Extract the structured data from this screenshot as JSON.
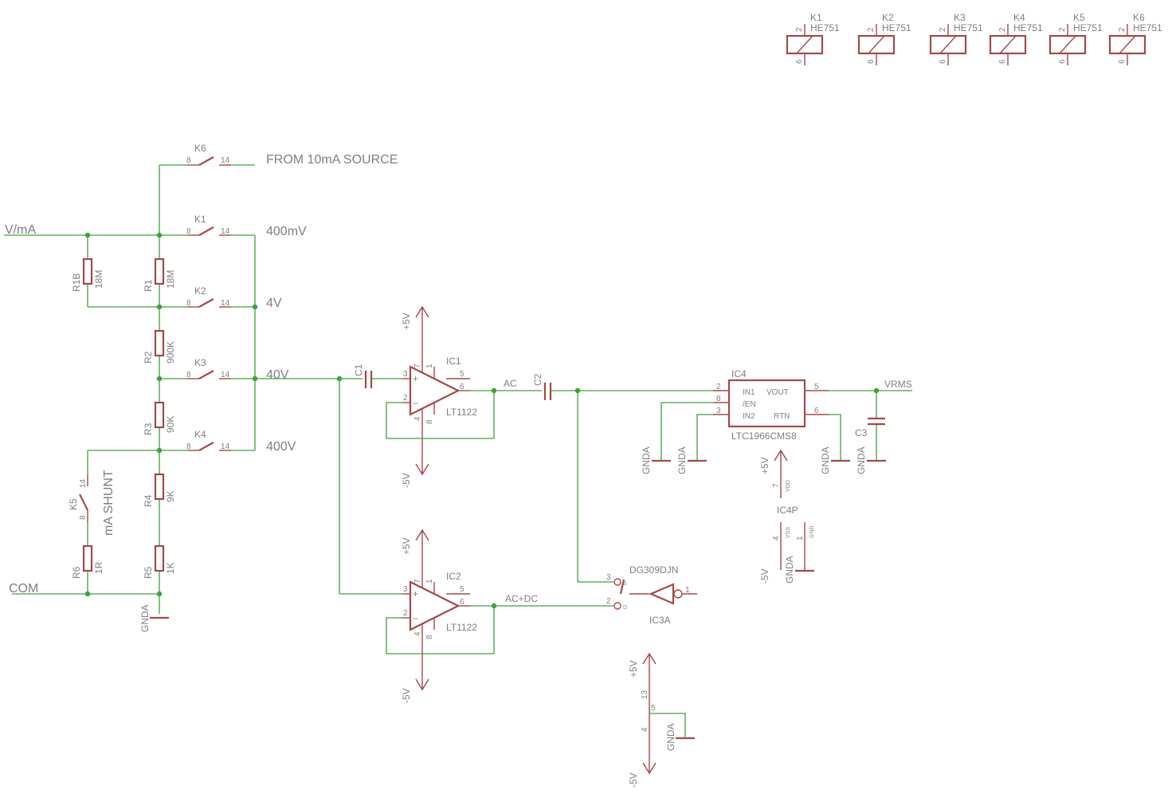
{
  "relays_header": [
    {
      "ref": "K1",
      "part": "HE751"
    },
    {
      "ref": "K2",
      "part": "HE751"
    },
    {
      "ref": "K3",
      "part": "HE751"
    },
    {
      "ref": "K4",
      "part": "HE751"
    },
    {
      "ref": "K5",
      "part": "HE751"
    },
    {
      "ref": "K6",
      "part": "HE751"
    }
  ],
  "nets": {
    "vma": "V/mA",
    "com": "COM",
    "from10ma": "FROM 10mA SOURCE",
    "r400mv": "400mV",
    "r4v": "4V",
    "r40v": "40V",
    "r400v": "400V",
    "ma_shunt": "mA SHUNT",
    "ac": "AC",
    "acdc": "AC+DC",
    "vrms": "VRMS"
  },
  "resistors": [
    {
      "ref": "R1B",
      "value": "18M"
    },
    {
      "ref": "R1",
      "value": "18M"
    },
    {
      "ref": "R2",
      "value": "900K"
    },
    {
      "ref": "R3",
      "value": "90K"
    },
    {
      "ref": "R4",
      "value": "9K"
    },
    {
      "ref": "R5",
      "value": "1K"
    },
    {
      "ref": "R6",
      "value": "1R"
    }
  ],
  "capacitors": [
    "C1",
    "C2",
    "C3"
  ],
  "switches": [
    "K6",
    "K1",
    "K2",
    "K3",
    "K4",
    "K5"
  ],
  "pins": {
    "p8": "8",
    "p14": "14",
    "p1": "1",
    "p2": "2",
    "p3": "3",
    "p4": "4",
    "p5": "5",
    "p6": "6",
    "p7": "7",
    "p13": "13"
  },
  "opamps": [
    {
      "ref": "IC1",
      "part": "LT1122"
    },
    {
      "ref": "IC2",
      "part": "LT1122"
    }
  ],
  "signs": {
    "plus": "+",
    "minus": "−"
  },
  "supplies": {
    "pos": "+5V",
    "neg": "-5V",
    "gnd": "GNDA"
  },
  "ic4": {
    "ref": "IC4",
    "part": "LTC1966CMS8",
    "in1": "IN1",
    "en": "/EN",
    "in2": "IN2",
    "vout": "VOUT",
    "rtn": "RTN"
  },
  "ic4p": {
    "ref": "IC4P",
    "vdd": "VDD",
    "vss": "VSS",
    "gnd": "GND"
  },
  "ic3": {
    "part": "DG309DJN",
    "ref": "IC3A",
    "s": "S",
    "d": "D"
  }
}
